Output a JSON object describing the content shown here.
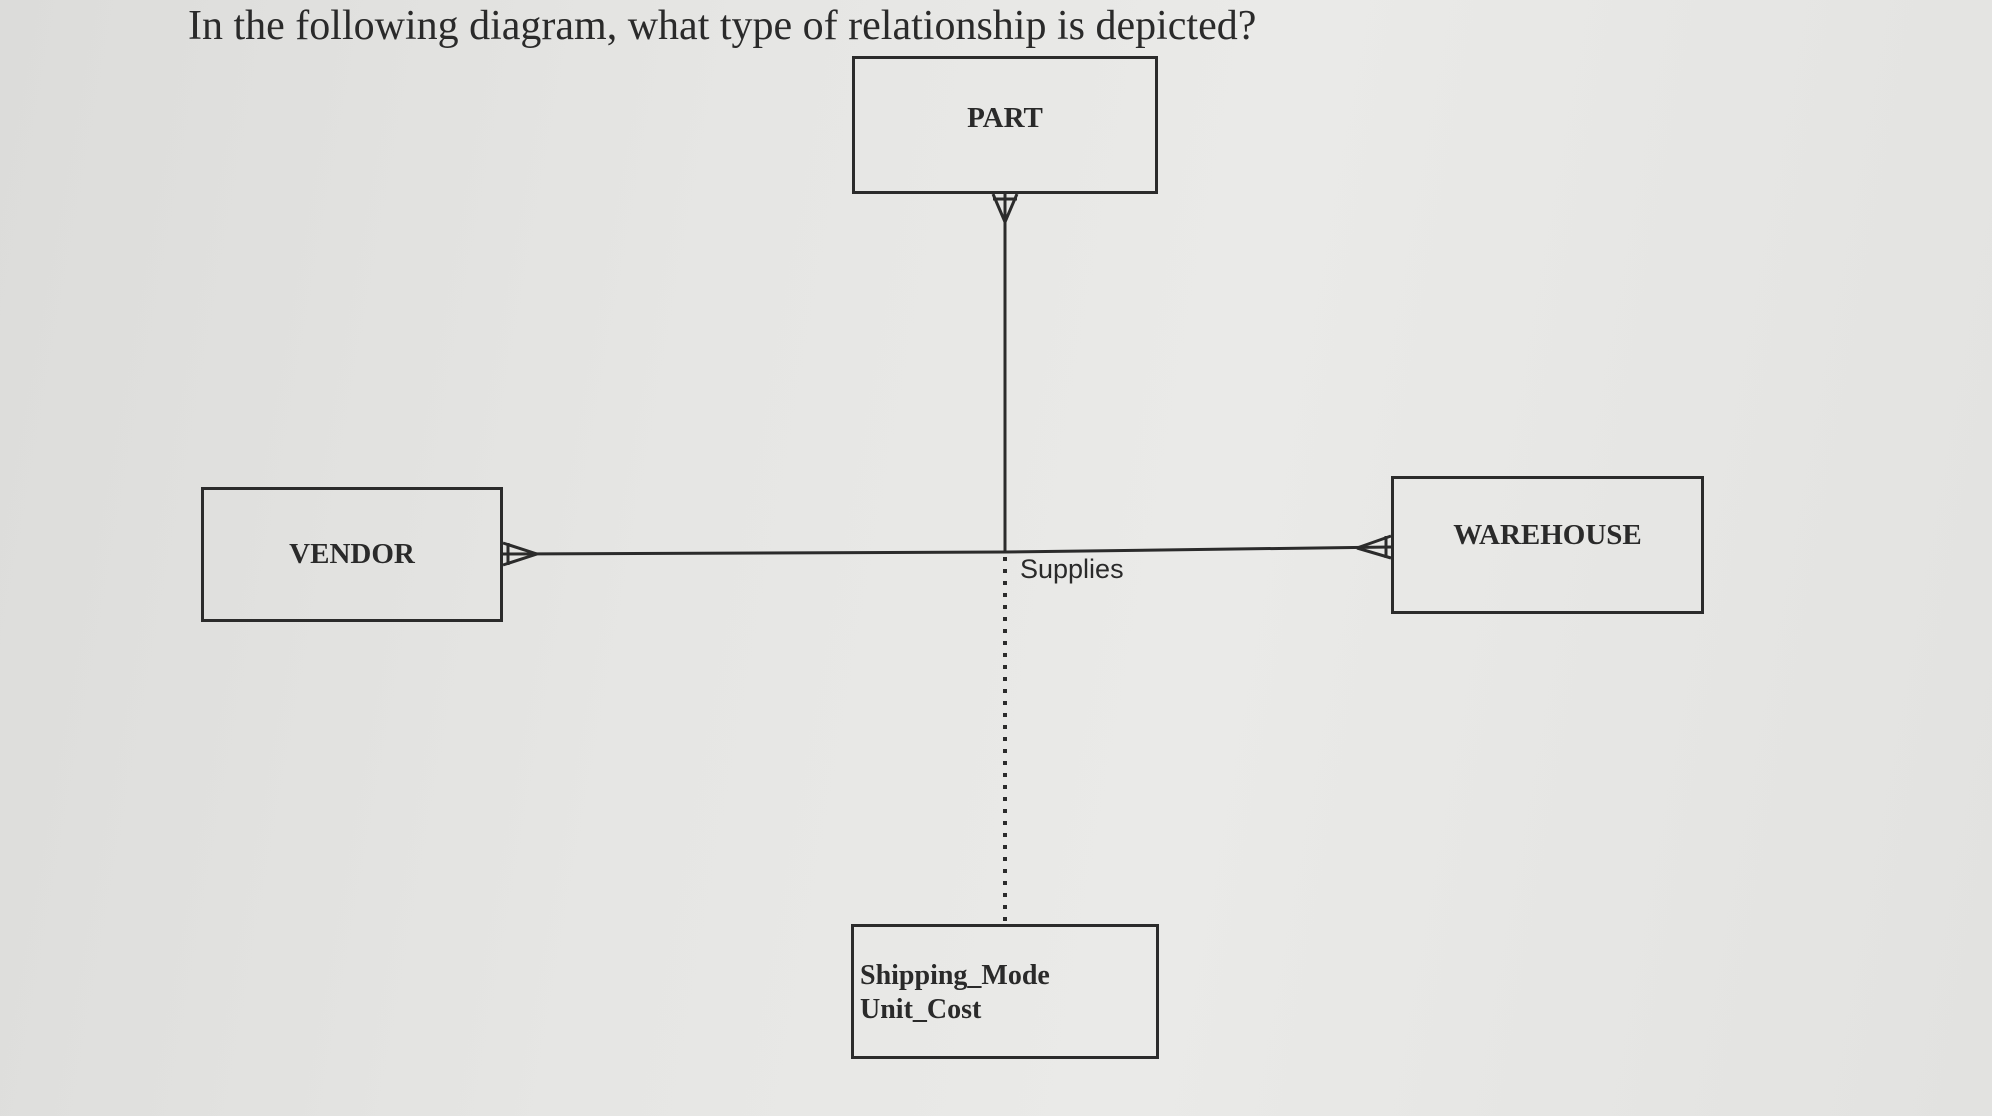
{
  "question": "In the following diagram, what type of relationship is depicted?",
  "entities": {
    "part": "PART",
    "vendor": "VENDOR",
    "warehouse": "WAREHOUSE"
  },
  "relationship": {
    "label": "Supplies",
    "attributes": [
      "Shipping_Mode",
      "Unit_Cost"
    ]
  }
}
